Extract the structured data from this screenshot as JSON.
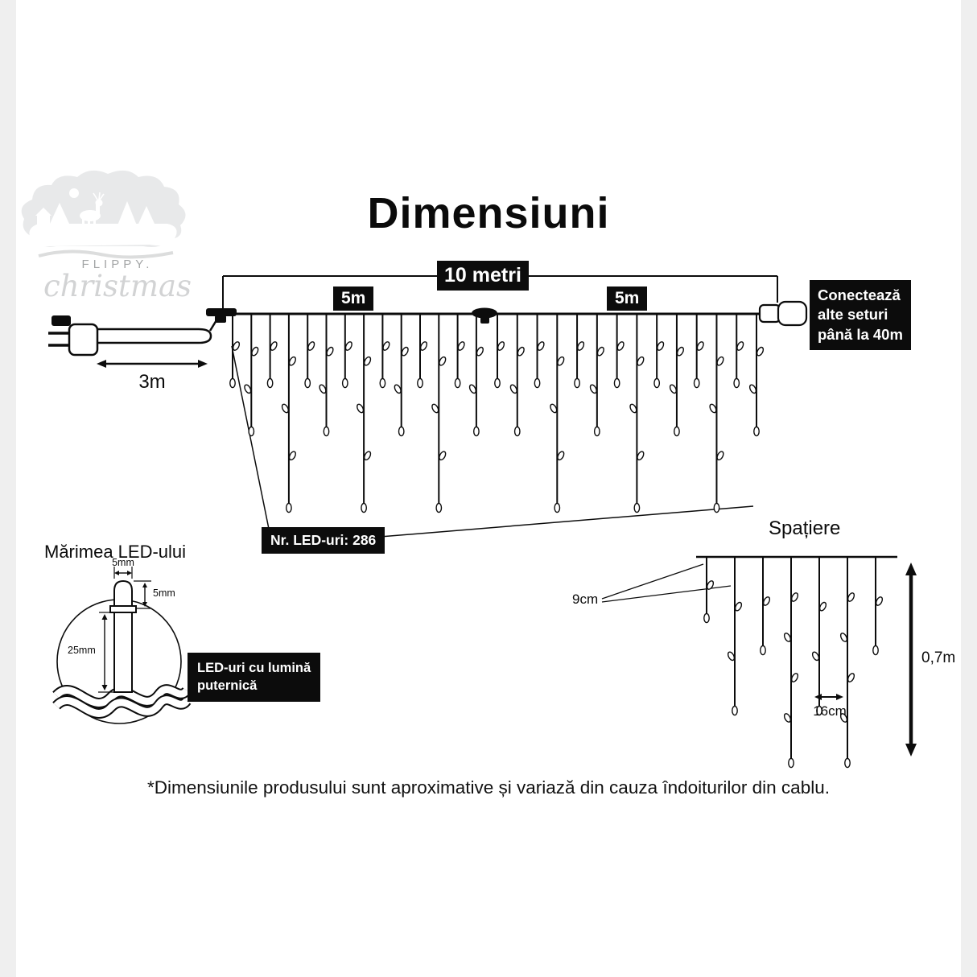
{
  "page": {
    "title": "Dimensiuni",
    "footnote": "*Dimensiunile produsului sunt aproximative și variază din cauza îndoiturilor din cablu."
  },
  "logo": {
    "brand_top": "FLIPPY.",
    "brand_script": "christmas"
  },
  "main_diagram": {
    "total_length_label": "10 metri",
    "half_left_label": "5m",
    "half_right_label": "5m",
    "lead_label": "3m",
    "connector_note_lines": [
      "Conectează",
      "alte seturi",
      "până la 40m"
    ],
    "led_count_label": "Nr. LED-uri: 286"
  },
  "led_size": {
    "title": "Mărimea LED-ului",
    "bulb_width_label": "5mm",
    "bulb_height_label": "5mm",
    "body_height_label": "25mm",
    "callout_lines": [
      "LED-uri cu lumină",
      "puternică"
    ]
  },
  "spacing": {
    "title": "Spațiere",
    "drop_gap_label": "9cm",
    "led_gap_label": "16cm",
    "curtain_height_label": "0,7m"
  }
}
